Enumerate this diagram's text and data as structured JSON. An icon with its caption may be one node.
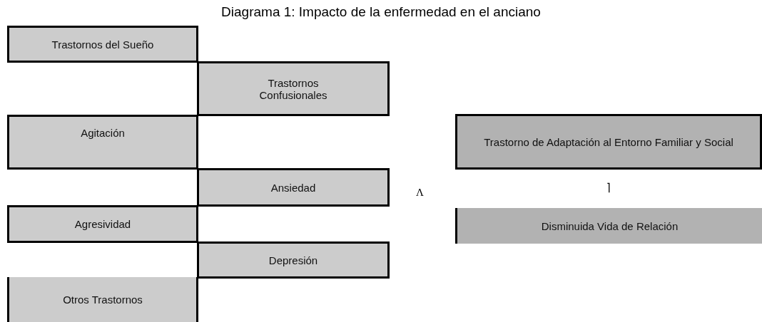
{
  "diagram": {
    "title": "Diagrama 1: Impacto de la enfermedad en el anciano",
    "nodes": [
      {
        "text": [
          "Trastornos del Sueño"
        ]
      },
      {
        "text": [
          "Trastornos Confusionales"
        ]
      },
      {
        "text": [
          "Agitación"
        ]
      },
      {
        "text": [
          "Ansiedad"
        ]
      },
      {
        "text": [
          "Agresividad"
        ]
      },
      {
        "text": [
          "Depresión"
        ]
      },
      {
        "text": [
          "Otros Trastornos"
        ]
      },
      {
        "text": [
          "Trastorno de Adaptación al Entorno Familiar y Social"
        ]
      },
      {
        "text": [
          "Disminuida Vida de Relación"
        ]
      }
    ],
    "labels": [
      "Λ",
      "⌉"
    ]
  }
}
